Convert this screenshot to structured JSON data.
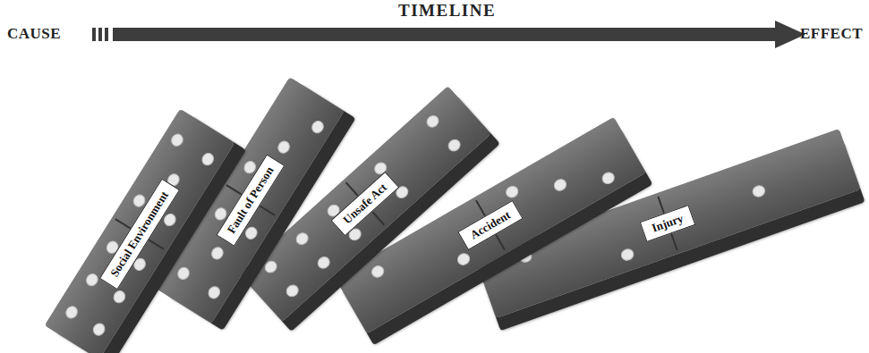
{
  "diagram": {
    "nodes": [
      {
        "text": [
          "Social Environment"
        ]
      },
      {
        "text": [
          "Fault of Person"
        ]
      },
      {
        "text": [
          "Unsafe Act"
        ]
      },
      {
        "text": [
          "Accident"
        ]
      },
      {
        "text": [
          "Injury"
        ]
      }
    ],
    "labels": [
      "TIMELINE",
      "CAUSE",
      "EFFECT"
    ]
  }
}
